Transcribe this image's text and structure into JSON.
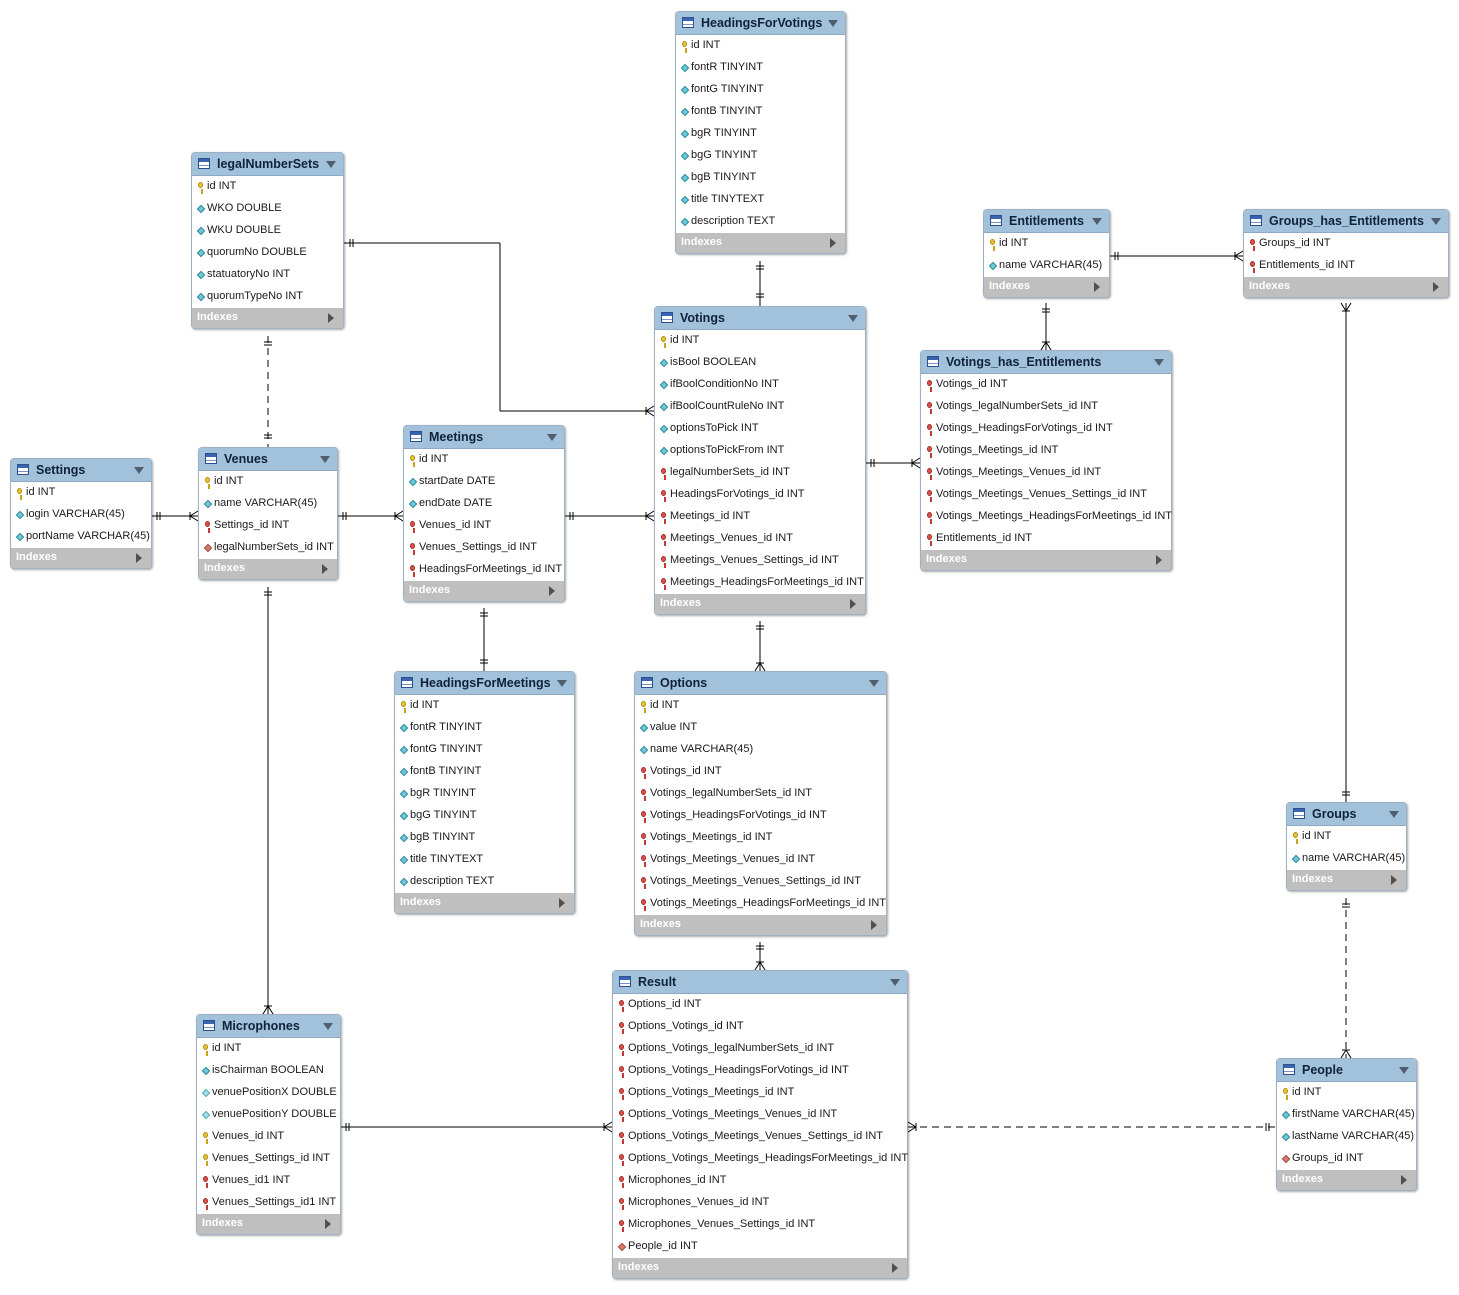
{
  "diagram": {
    "indexes_label": "Indexes",
    "tables": [
      {
        "id": "HeadingsForVotings",
        "name": "HeadingsForVotings",
        "columns": [
          {
            "icon": "key",
            "text": "id INT"
          },
          {
            "icon": "col-nn",
            "text": "fontR TINYINT"
          },
          {
            "icon": "col-nn",
            "text": "fontG TINYINT"
          },
          {
            "icon": "col-nn",
            "text": "fontB TINYINT"
          },
          {
            "icon": "col-nn",
            "text": "bgR TINYINT"
          },
          {
            "icon": "col-nn",
            "text": "bgG TINYINT"
          },
          {
            "icon": "col-nn",
            "text": "bgB TINYINT"
          },
          {
            "icon": "col-nn",
            "text": "title TINYTEXT"
          },
          {
            "icon": "col-nn",
            "text": "description TEXT"
          }
        ]
      },
      {
        "id": "legalNumberSets",
        "name": "legalNumberSets",
        "columns": [
          {
            "icon": "key",
            "text": "id INT"
          },
          {
            "icon": "col-nn",
            "text": "WKO DOUBLE"
          },
          {
            "icon": "col-nn",
            "text": "WKU DOUBLE"
          },
          {
            "icon": "col-nn",
            "text": "quorumNo DOUBLE"
          },
          {
            "icon": "col-nn",
            "text": "statuatoryNo INT"
          },
          {
            "icon": "col-nn",
            "text": "quorumTypeNo INT"
          }
        ]
      },
      {
        "id": "Entitlements",
        "name": "Entitlements",
        "columns": [
          {
            "icon": "key",
            "text": "id INT"
          },
          {
            "icon": "col-nn",
            "text": "name VARCHAR(45)"
          }
        ]
      },
      {
        "id": "Groups_has_Entitlements",
        "name": "Groups_has_Entitlements",
        "columns": [
          {
            "icon": "fk",
            "text": "Groups_id INT"
          },
          {
            "icon": "fk",
            "text": "Entitlements_id INT"
          }
        ]
      },
      {
        "id": "Votings",
        "name": "Votings",
        "columns": [
          {
            "icon": "key",
            "text": "id INT"
          },
          {
            "icon": "col-nn",
            "text": "isBool BOOLEAN"
          },
          {
            "icon": "col-nn",
            "text": "ifBoolConditionNo INT"
          },
          {
            "icon": "col-nn",
            "text": "ifBoolCountRuleNo INT"
          },
          {
            "icon": "col-nn",
            "text": "optionsToPick INT"
          },
          {
            "icon": "col-nn",
            "text": "optionsToPickFrom INT"
          },
          {
            "icon": "fk",
            "text": "legalNumberSets_id INT"
          },
          {
            "icon": "fk",
            "text": "HeadingsForVotings_id INT"
          },
          {
            "icon": "fk",
            "text": "Meetings_id INT"
          },
          {
            "icon": "fk",
            "text": "Meetings_Venues_id INT"
          },
          {
            "icon": "fk",
            "text": "Meetings_Venues_Settings_id INT"
          },
          {
            "icon": "fk",
            "text": "Meetings_HeadingsForMeetings_id INT"
          }
        ]
      },
      {
        "id": "Votings_has_Entitlements",
        "name": "Votings_has_Entitlements",
        "columns": [
          {
            "icon": "fk",
            "text": "Votings_id INT"
          },
          {
            "icon": "fk",
            "text": "Votings_legalNumberSets_id INT"
          },
          {
            "icon": "fk",
            "text": "Votings_HeadingsForVotings_id INT"
          },
          {
            "icon": "fk",
            "text": "Votings_Meetings_id INT"
          },
          {
            "icon": "fk",
            "text": "Votings_Meetings_Venues_id INT"
          },
          {
            "icon": "fk",
            "text": "Votings_Meetings_Venues_Settings_id INT"
          },
          {
            "icon": "fk",
            "text": "Votings_Meetings_HeadingsForMeetings_id INT"
          },
          {
            "icon": "fk",
            "text": "Entitlements_id INT"
          }
        ]
      },
      {
        "id": "Meetings",
        "name": "Meetings",
        "columns": [
          {
            "icon": "key",
            "text": "id INT"
          },
          {
            "icon": "col-nn",
            "text": "startDate DATE"
          },
          {
            "icon": "col-nn",
            "text": "endDate DATE"
          },
          {
            "icon": "fk",
            "text": "Venues_id INT"
          },
          {
            "icon": "fk",
            "text": "Venues_Settings_id INT"
          },
          {
            "icon": "fk",
            "text": "HeadingsForMeetings_id INT"
          }
        ]
      },
      {
        "id": "Venues",
        "name": "Venues",
        "columns": [
          {
            "icon": "key",
            "text": "id INT"
          },
          {
            "icon": "col-nn",
            "text": "name VARCHAR(45)"
          },
          {
            "icon": "fk",
            "text": "Settings_id INT"
          },
          {
            "icon": "fk-d",
            "text": "legalNumberSets_id INT"
          }
        ]
      },
      {
        "id": "Settings",
        "name": "Settings",
        "columns": [
          {
            "icon": "key",
            "text": "id INT"
          },
          {
            "icon": "col-nn",
            "text": "login VARCHAR(45)"
          },
          {
            "icon": "col-nn",
            "text": "portName VARCHAR(45)"
          }
        ]
      },
      {
        "id": "HeadingsForMeetings",
        "name": "HeadingsForMeetings",
        "columns": [
          {
            "icon": "key",
            "text": "id INT"
          },
          {
            "icon": "col-nn",
            "text": "fontR TINYINT"
          },
          {
            "icon": "col-nn",
            "text": "fontG TINYINT"
          },
          {
            "icon": "col-nn",
            "text": "fontB TINYINT"
          },
          {
            "icon": "col-nn",
            "text": "bgR TINYINT"
          },
          {
            "icon": "col-nn",
            "text": "bgG TINYINT"
          },
          {
            "icon": "col-nn",
            "text": "bgB TINYINT"
          },
          {
            "icon": "col-nn",
            "text": "title TINYTEXT"
          },
          {
            "icon": "col-nn",
            "text": "description TEXT"
          }
        ]
      },
      {
        "id": "Options",
        "name": "Options",
        "columns": [
          {
            "icon": "key",
            "text": "id INT"
          },
          {
            "icon": "col-nn",
            "text": "value INT"
          },
          {
            "icon": "col-nn",
            "text": "name VARCHAR(45)"
          },
          {
            "icon": "fk",
            "text": "Votings_id INT"
          },
          {
            "icon": "fk",
            "text": "Votings_legalNumberSets_id INT"
          },
          {
            "icon": "fk",
            "text": "Votings_HeadingsForVotings_id INT"
          },
          {
            "icon": "fk",
            "text": "Votings_Meetings_id INT"
          },
          {
            "icon": "fk",
            "text": "Votings_Meetings_Venues_id INT"
          },
          {
            "icon": "fk",
            "text": "Votings_Meetings_Venues_Settings_id INT"
          },
          {
            "icon": "fk",
            "text": "Votings_Meetings_HeadingsForMeetings_id INT"
          }
        ]
      },
      {
        "id": "Groups",
        "name": "Groups",
        "columns": [
          {
            "icon": "key",
            "text": "id INT"
          },
          {
            "icon": "col-nn",
            "text": "name VARCHAR(45)"
          }
        ]
      },
      {
        "id": "Result",
        "name": "Result",
        "columns": [
          {
            "icon": "fk",
            "text": "Options_id INT"
          },
          {
            "icon": "fk",
            "text": "Options_Votings_id INT"
          },
          {
            "icon": "fk",
            "text": "Options_Votings_legalNumberSets_id INT"
          },
          {
            "icon": "fk",
            "text": "Options_Votings_HeadingsForVotings_id INT"
          },
          {
            "icon": "fk",
            "text": "Options_Votings_Meetings_id INT"
          },
          {
            "icon": "fk",
            "text": "Options_Votings_Meetings_Venues_id INT"
          },
          {
            "icon": "fk",
            "text": "Options_Votings_Meetings_Venues_Settings_id INT"
          },
          {
            "icon": "fk",
            "text": "Options_Votings_Meetings_HeadingsForMeetings_id INT"
          },
          {
            "icon": "fk",
            "text": "Microphones_id INT"
          },
          {
            "icon": "fk",
            "text": "Microphones_Venues_id INT"
          },
          {
            "icon": "fk",
            "text": "Microphones_Venues_Settings_id INT"
          },
          {
            "icon": "fk-d",
            "text": "People_id INT"
          }
        ]
      },
      {
        "id": "Microphones",
        "name": "Microphones",
        "columns": [
          {
            "icon": "key",
            "text": "id INT"
          },
          {
            "icon": "col-nn",
            "text": "isChairman BOOLEAN"
          },
          {
            "icon": "col-d",
            "text": "venuePositionX DOUBLE"
          },
          {
            "icon": "col-d",
            "text": "venuePositionY DOUBLE"
          },
          {
            "icon": "key",
            "text": "Venues_id INT"
          },
          {
            "icon": "key",
            "text": "Venues_Settings_id INT"
          },
          {
            "icon": "fk",
            "text": "Venues_id1 INT"
          },
          {
            "icon": "fk",
            "text": "Venues_Settings_id1 INT"
          }
        ]
      },
      {
        "id": "People",
        "name": "People",
        "columns": [
          {
            "icon": "key",
            "text": "id INT"
          },
          {
            "icon": "col-nn",
            "text": "firstName VARCHAR(45)"
          },
          {
            "icon": "col-nn",
            "text": "lastName VARCHAR(45)"
          },
          {
            "icon": "fk-d",
            "text": "Groups_id INT"
          }
        ]
      }
    ]
  }
}
